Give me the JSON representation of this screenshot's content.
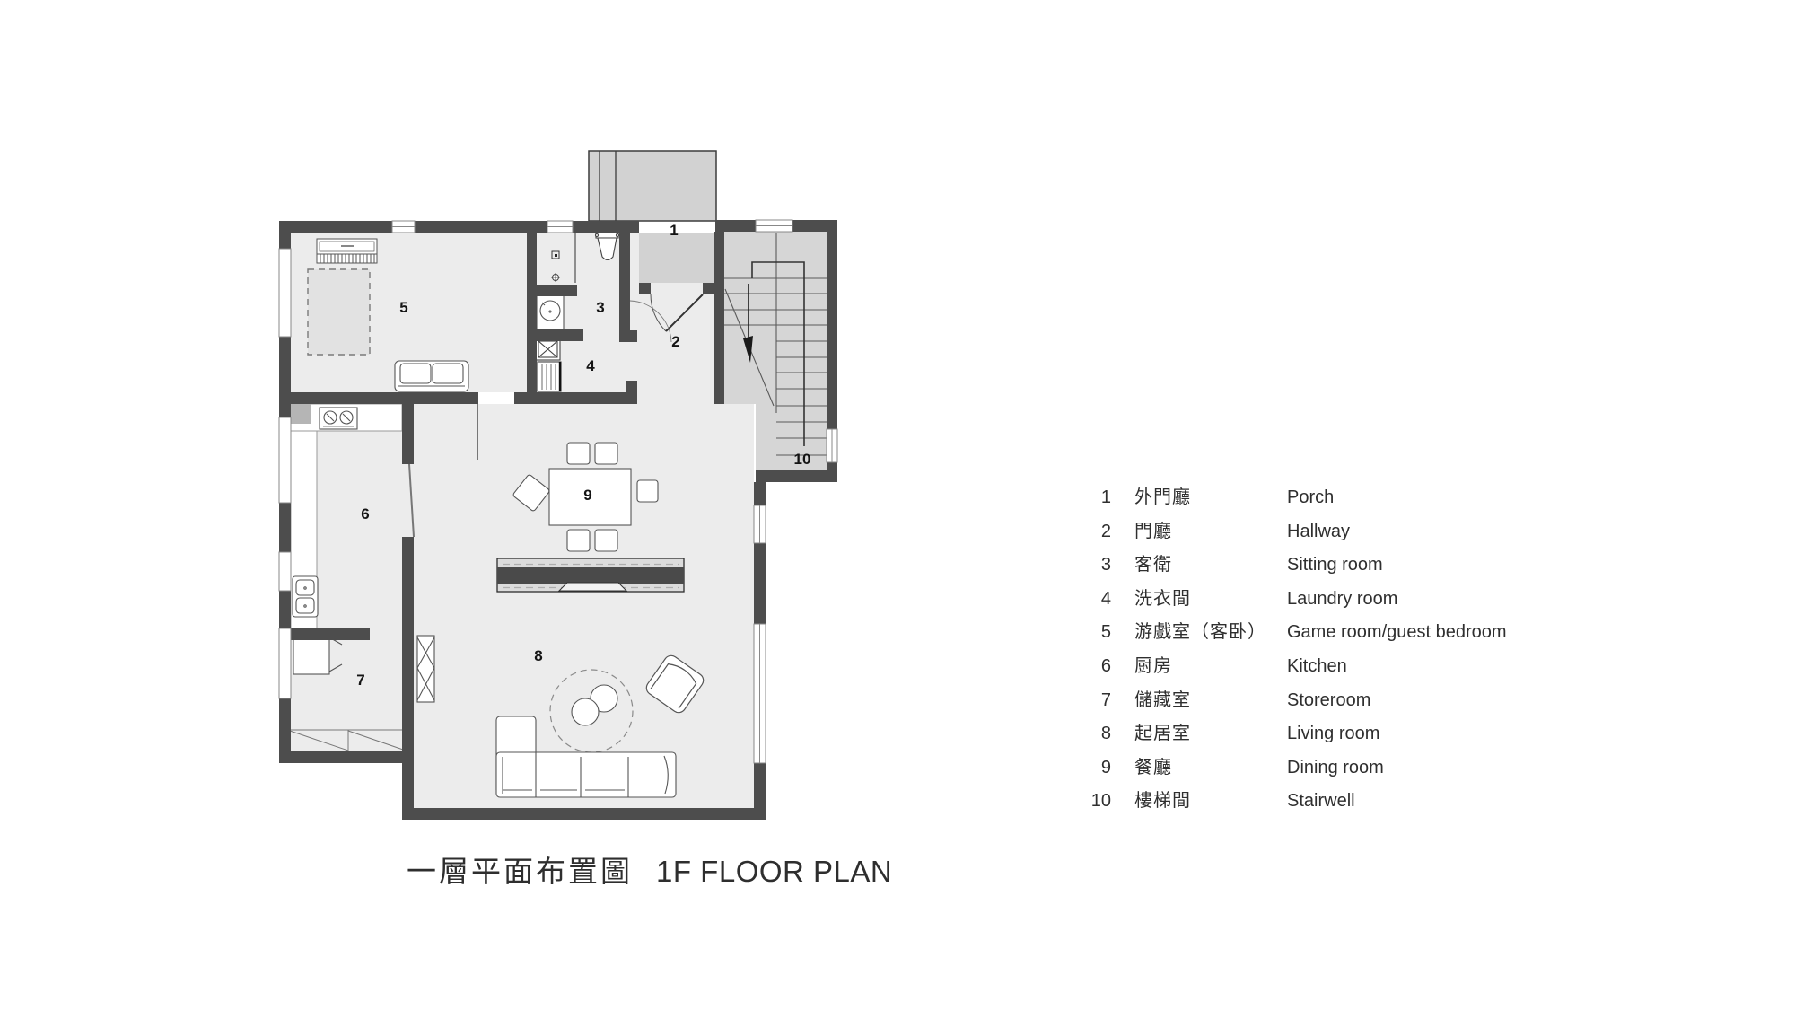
{
  "title": {
    "zh": "一層平面布置圖",
    "en": "1F FLOOR PLAN"
  },
  "legend": {
    "items": [
      {
        "num": "1",
        "zh": "外門廳",
        "en": "Porch"
      },
      {
        "num": "2",
        "zh": "門廳",
        "en": "Hallway"
      },
      {
        "num": "3",
        "zh": "客衛",
        "en": "Sitting room"
      },
      {
        "num": "4",
        "zh": "洗衣間",
        "en": "Laundry room"
      },
      {
        "num": "5",
        "zh": "游戲室（客卧）",
        "en": "Game room/guest bedroom"
      },
      {
        "num": "6",
        "zh": "厨房",
        "en": "Kitchen"
      },
      {
        "num": "7",
        "zh": "儲藏室",
        "en": "Storeroom"
      },
      {
        "num": "8",
        "zh": "起居室",
        "en": "Living room"
      },
      {
        "num": "9",
        "zh": "餐廳",
        "en": "Dining room"
      },
      {
        "num": "10",
        "zh": "樓梯間",
        "en": "Stairwell"
      }
    ]
  },
  "plan": {
    "room_labels": {
      "r1": "1",
      "r2": "2",
      "r3": "3",
      "r4": "4",
      "r5": "5",
      "r6": "6",
      "r7": "7",
      "r8": "8",
      "r9": "9",
      "r10": "10"
    }
  },
  "colors": {
    "wall": "#4d4d4d",
    "floor": "#ececec",
    "outdoor_gray": "#d2d2d2",
    "tv_band": "#4a4a4a",
    "background": "#ffffff"
  }
}
